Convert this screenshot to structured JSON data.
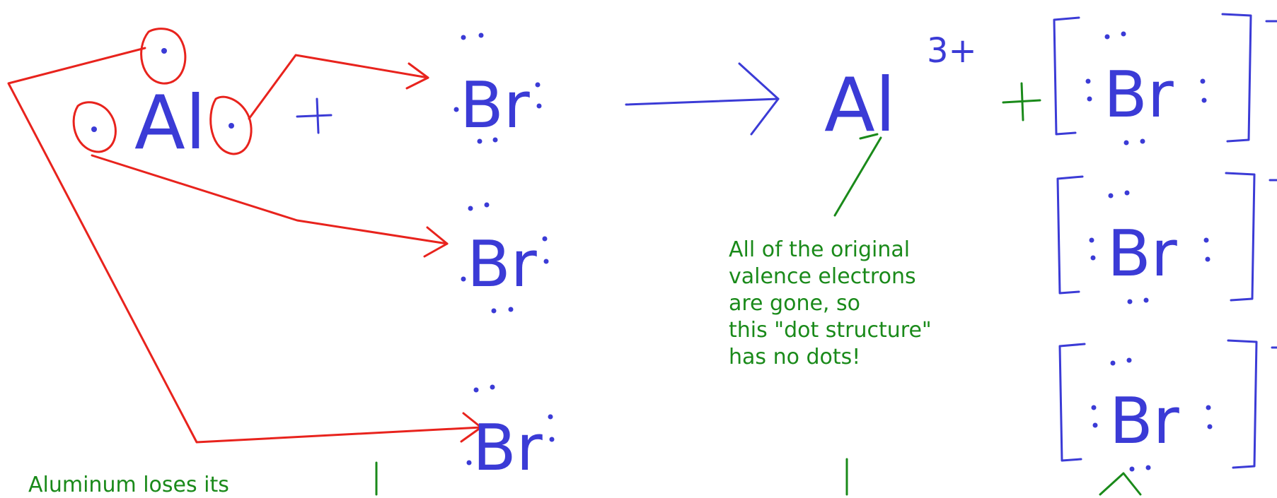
{
  "symbols": {
    "aluminum": "Al",
    "bromine": "Br",
    "plus": "+",
    "charge_al": "3+",
    "charge_br": "−"
  },
  "notes": {
    "line1": "All of the original",
    "line2": "valence electrons",
    "line3": "are gone, so",
    "line4": "this \"dot structure\"",
    "line5": "has no dots!",
    "bottom": "Aluminum loses its"
  },
  "colors": {
    "red": "#e8231d",
    "blue": "#3b3bd6",
    "green": "#1a8a1a"
  }
}
